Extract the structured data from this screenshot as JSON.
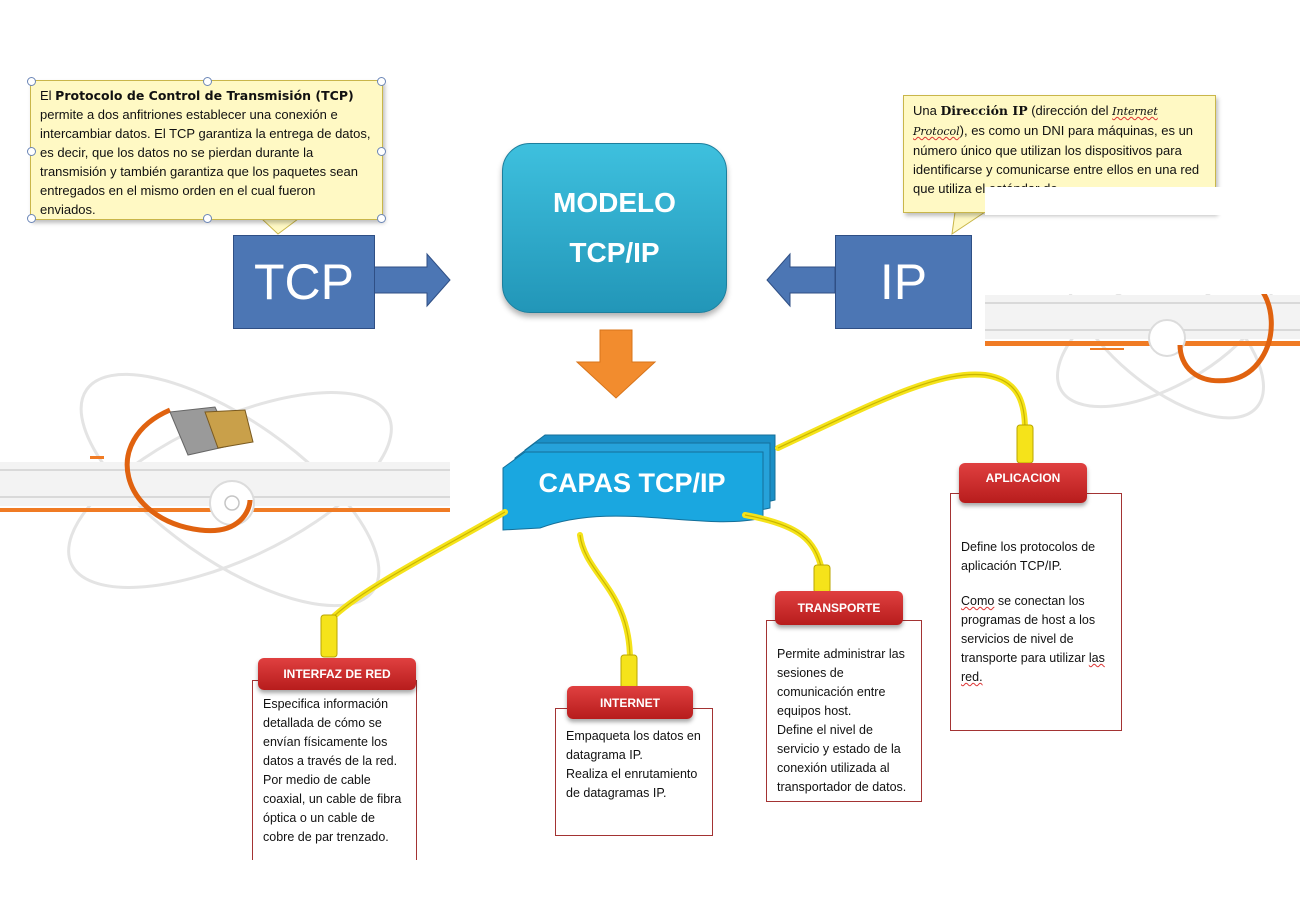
{
  "callouts": {
    "tcp": {
      "pre": "El ",
      "bold": "Protocolo de Control de Transmisión (TCP)",
      "post": " permite a dos anfitriones establecer una conexión e intercambiar datos. El TCP garantiza la entrega de datos, es decir, que los datos no se pierdan durante la transmisión y también garantiza que los paquetes sean entregados en el mismo orden en el cual fueron enviados."
    },
    "ip": {
      "pre": "Una ",
      "bold": "Dirección IP",
      "mid": " (dirección del ",
      "italic": "Internet Protocol",
      "post": "), es como un DNI para máquinas, es un número único que utilizan los dispositivos para identificarse y comunicarse entre ellos en una red que utiliza el estándar de"
    }
  },
  "labels": {
    "tcp": "TCP",
    "ip": "IP",
    "model_line1": "MODELO",
    "model_line2": "TCP/IP",
    "capas": "CAPAS TCP/IP"
  },
  "layers": {
    "red": {
      "title": "INTERFAZ  DE RED",
      "lines": [
        "Especifica información detallada de cómo se envían físicamente los datos a través de la red.",
        " Por medio de cable coaxial, un cable de fibra óptica o un cable de cobre de par trenzado."
      ]
    },
    "internet": {
      "title": "INTERNET",
      "lines": [
        "Empaqueta los datos en datagrama IP.",
        "Realiza el enrutamiento de datagramas IP."
      ]
    },
    "transporte": {
      "title": "TRANSPORTE",
      "lines": [
        "Permite administrar las sesiones de comunicación entre equipos host.",
        "Define el nivel de servicio y estado de la conexión utilizada al transportador de datos."
      ]
    },
    "aplicacion": {
      "title": "APLICACION",
      "p1": "Define los protocolos de aplicación TCP/IP.",
      "p2_a": "Como",
      "p2_b": " se conectan los programas de host a los servicios de nivel de transporte para utilizar ",
      "p2_c": "las red."
    }
  },
  "colors": {
    "blue_box": "#4c76b4",
    "model_box": "#2aa9cc",
    "capas_shape": "#1aa7e0",
    "orange_arrow": "#f28c2e",
    "cable": "#f5e31a",
    "layer_header": "#c62828",
    "callout_bg": "#fff9c4"
  }
}
